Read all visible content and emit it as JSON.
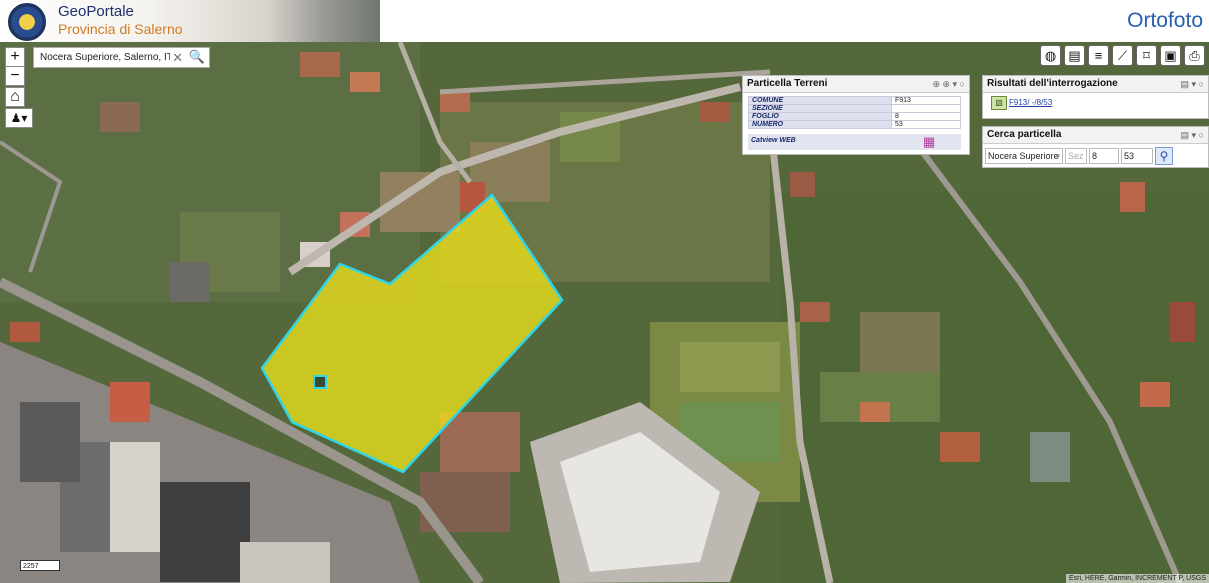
{
  "header": {
    "brand_line1": "GeoPortale",
    "brand_line2": "Provincia di Salerno",
    "layer_title": "Ortofoto"
  },
  "map_controls": {
    "zoom_in": "+",
    "zoom_out": "−",
    "search_value": "Nocera Superiore, Salerno, ITA",
    "search_clear": "✕",
    "search_go": "🔍"
  },
  "toolbar_icons": [
    "globe-icon",
    "map-layers-icon",
    "list-icon",
    "ruler-icon",
    "bookmark-icon",
    "photo-layers-icon",
    "print-icon"
  ],
  "particella_panel": {
    "title": "Particella Terreni",
    "rows": [
      {
        "key": "COMUNE",
        "value": "F913"
      },
      {
        "key": "SEZIONE",
        "value": ""
      },
      {
        "key": "FOGLIO",
        "value": "8"
      },
      {
        "key": "NUMERO",
        "value": "53"
      }
    ],
    "catview_label": "Catview WEB"
  },
  "results_panel": {
    "title": "Risultati dell'interrogazione",
    "link": "F913/ -/8/53"
  },
  "cerca_panel": {
    "title": "Cerca particella",
    "comune": "Nocera Superiore",
    "sezione_placeholder": "Sez",
    "foglio": "8",
    "numero": "53"
  },
  "scale_text": "2257",
  "attribution": "Esri, HERE, Garmin, INCREMENT P, USGS",
  "colors": {
    "parcel_fill": "#f2e51a",
    "parcel_stroke": "#2fd6e6",
    "link": "#2244aa"
  }
}
